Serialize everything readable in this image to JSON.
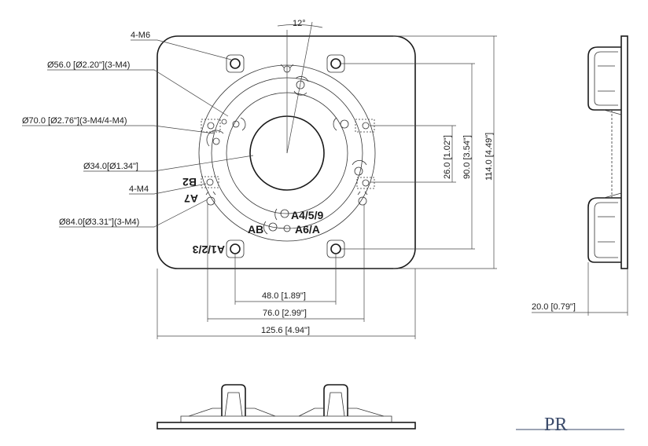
{
  "drawing": {
    "angle_label": "12°",
    "callouts": {
      "m6": "4-M6",
      "d56": "Ø56.0 [Ø2.20\"](3-M4)",
      "d70": "Ø70.0 [Ø2.76\"](3-M4/4-M4)",
      "d34": "Ø34.0[Ø1.34\"]",
      "m4": "4-M4",
      "d84": "Ø84.0[Ø3.31\"](3-M4)"
    },
    "dimensions": {
      "w48": "48.0 [1.89\"]",
      "w76": "76.0 [2.99\"]",
      "w125": "125.6 [4.94\"]",
      "h26": "26.0 [1.02\"]",
      "h90": "90.0 [3.54\"]",
      "h114": "114.0 [4.49\"]",
      "t20": "20.0 [0.79\"]"
    },
    "marks": {
      "b2": "B2",
      "a7": "A7",
      "a459": "A4/5/9",
      "ab": "AB",
      "a6a": "A6/A",
      "a123": "A1/2/3"
    },
    "logo": "PR"
  }
}
